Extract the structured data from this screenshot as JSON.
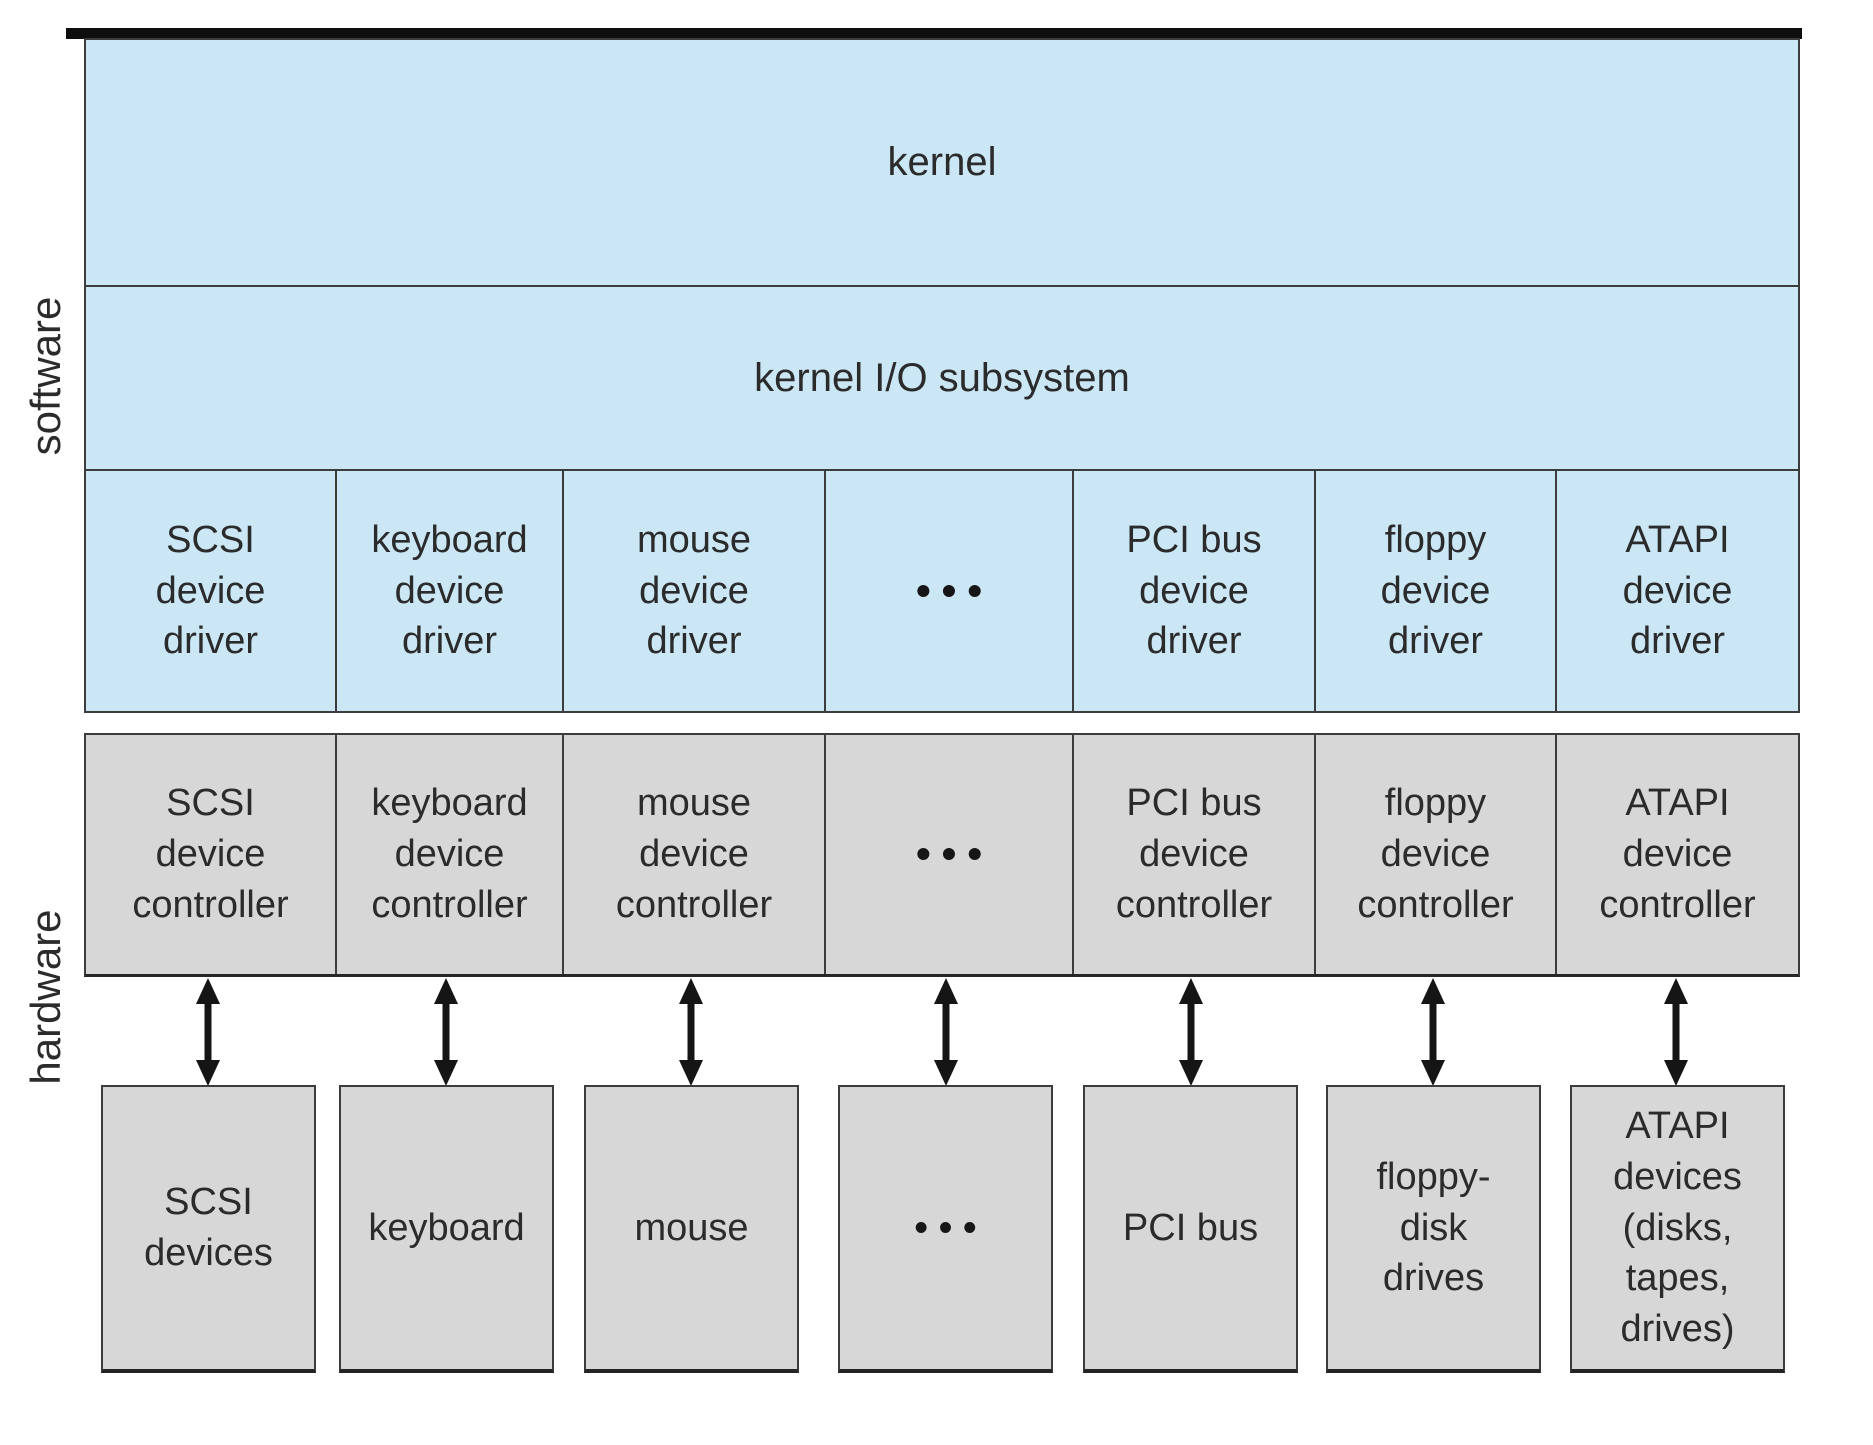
{
  "side_labels": {
    "software": "software",
    "hardware": "hardware"
  },
  "stack": {
    "kernel_label": "kernel",
    "kernel_io_label": "kernel I/O subsystem",
    "driver_cells": [
      "SCSI\ndevice\ndriver",
      "keyboard\ndevice\ndriver",
      "mouse\ndevice\ndriver",
      "•••",
      "PCI bus\ndevice\ndriver",
      "floppy\ndevice\ndriver",
      "ATAPI\ndevice\ndriver"
    ],
    "controller_cells": [
      "SCSI\ndevice\ncontroller",
      "keyboard\ndevice\ncontroller",
      "mouse\ndevice\ncontroller",
      "•••",
      "PCI bus\ndevice\ncontroller",
      "floppy\ndevice\ncontroller",
      "ATAPI\ndevice\ncontroller"
    ],
    "device_boxes": [
      "SCSI\ndevices",
      "keyboard",
      "mouse",
      "•••",
      "PCI bus",
      "floppy-\ndisk\ndrives",
      "ATAPI\ndevices\n(disks,\ntapes,\ndrives)"
    ]
  },
  "colors": {
    "software_fill": "#cbe7f6",
    "hardware_fill": "#d7d7d7",
    "border": "#3c3c3c",
    "top_bar": "#0e0e0e",
    "text": "#2b2b2b",
    "arrow": "#151515"
  }
}
